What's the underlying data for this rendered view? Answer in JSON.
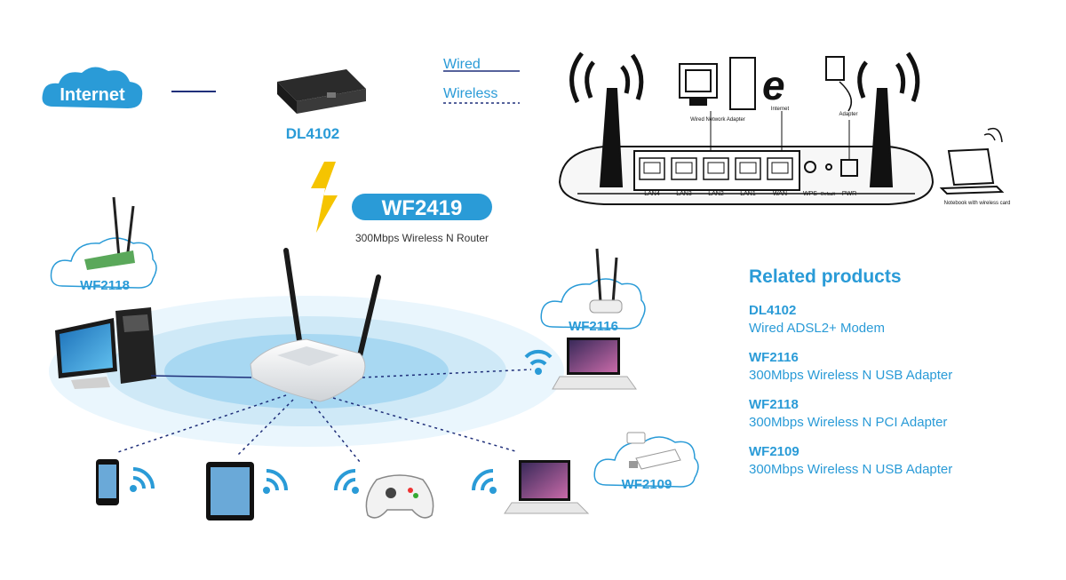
{
  "diagram": {
    "internet_label": "Internet",
    "modem_label": "DL4102",
    "legend": {
      "wired": "Wired",
      "wireless": "Wireless"
    },
    "router": {
      "model": "WF2419",
      "subtitle": "300Mbps Wireless N Router"
    },
    "clouds": {
      "pci": "WF2118",
      "usb_antenna": "WF2116",
      "usb_mini": "WF2109"
    },
    "back_panel": {
      "ports": [
        "LAN4",
        "LAN3",
        "LAN2",
        "LAN1",
        "WAN"
      ],
      "wps": "WPS",
      "default": "Default",
      "pwr": "PWR",
      "wired_adapter": "Wired Network Adapter",
      "internet": "Internet",
      "adapter": "Adapter",
      "notebook": "Notebook with wireless card"
    }
  },
  "related": {
    "heading": "Related products",
    "items": [
      {
        "code": "DL4102",
        "desc": "Wired ADSL2+ Modem"
      },
      {
        "code": "WF2116",
        "desc": "300Mbps Wireless N USB Adapter"
      },
      {
        "code": "WF2118",
        "desc": "300Mbps Wireless N PCI Adapter"
      },
      {
        "code": "WF2109",
        "desc": "300Mbps Wireless N USB Adapter"
      }
    ]
  },
  "colors": {
    "accent": "#2a9bd7",
    "wired_line": "#1f2f7a",
    "ring": "#cfe9f7"
  }
}
